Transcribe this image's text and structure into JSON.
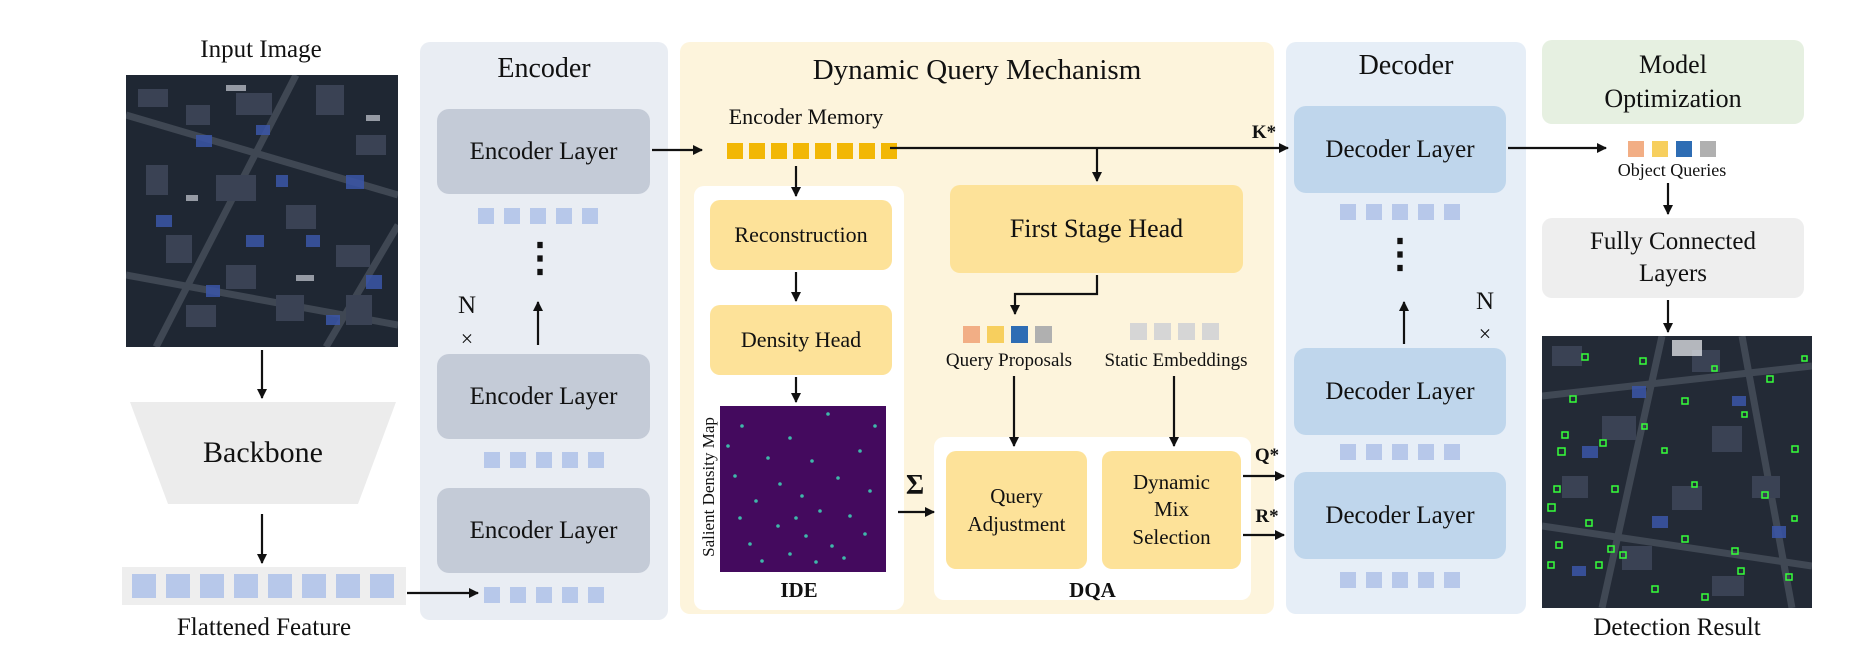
{
  "input": {
    "title": "Input Image"
  },
  "backbone": {
    "label": "Backbone"
  },
  "flattened": {
    "label": "Flattened Feature"
  },
  "encoder": {
    "title": "Encoder",
    "layer_label": "Encoder Layer",
    "repeat_n": "N",
    "repeat_x": "×",
    "ellipsis": "⋮"
  },
  "dqm": {
    "title": "Dynamic Query Mechanism",
    "memory_label": "Encoder Memory",
    "reconstruction": "Reconstruction",
    "density_head": "Density Head",
    "density_map_label": "Salient Density Map",
    "ide_label": "IDE",
    "sum_symbol": "Σ",
    "first_stage_head": "First Stage Head",
    "query_proposals": "Query Proposals",
    "static_embeddings": "Static Embeddings",
    "query_adjustment": "Query Adjustment",
    "dynamic_mix": "Dynamic Mix Selection",
    "dqa_label": "DQA"
  },
  "decoder": {
    "title": "Decoder",
    "layer_label": "Decoder Layer",
    "repeat_n": "N",
    "repeat_x": "×",
    "ellipsis": "⋮",
    "k_label": "K*",
    "q_label": "Q*",
    "r_label": "R*"
  },
  "optimization": {
    "title": "Model Optimization",
    "object_queries": "Object Queries",
    "fc_layers": "Fully Connected Layers",
    "detection_result": "Detection Result"
  },
  "colors": {
    "encoder_bg": "#e9edf3",
    "dqm_bg": "#fdf4dc",
    "decoder_bg": "#e6eef7",
    "opt_bg": "#e6f0e1",
    "token_blue": "#b7c8ea",
    "memory_yellow": "#f2b705",
    "proposal_colors": [
      "#f2ae85",
      "#f7cf5e",
      "#2e6db4",
      "#b0b0b0"
    ],
    "static_gray": "#d6d6d6",
    "density_bg": "#440a5e",
    "detection_box": "#36ff3a"
  }
}
